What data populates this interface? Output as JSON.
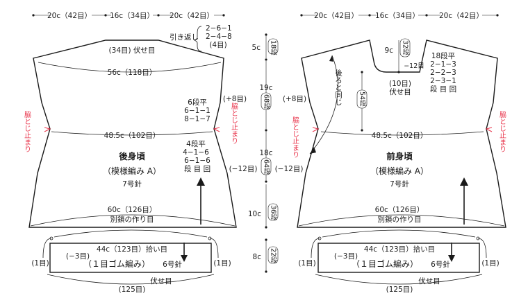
{
  "top_dims": {
    "left": "20c（42目）",
    "center": "16c（34目）",
    "right": "20c（42目）"
  },
  "back": {
    "short_rows_label": "引き返し",
    "short_rows": [
      "2−6−1",
      "2−4−8",
      "(4目)"
    ],
    "bind_off_top": "(34目) 伏せ目",
    "shoulder_width": "56c（118目）",
    "inc_note": "(+8目)",
    "inc_table": [
      "6段平",
      "6−1−1",
      "8−1−7"
    ],
    "waist_width": "48.5c（102目）",
    "dec_table": [
      "4段平",
      "4−1−6",
      "6−1−6",
      "段 目 回"
    ],
    "dec_note": "(−12目)",
    "title": "後身頃",
    "pattern": "（模様編み A）",
    "needle": "7号針",
    "hem_width": "60c（126目）",
    "cast_on": "別鎖の作り目"
  },
  "front": {
    "neck_depth": "9c",
    "neck_rows": "32段",
    "neck_dec": "−12目",
    "neck_table": [
      "18段平",
      "2−1−3",
      "2−2−3",
      "2−3−1",
      "段 目 回"
    ],
    "center_bind": [
      "(10目)",
      "伏せ目"
    ],
    "same_as_back": "後ろと同じ",
    "same_rows": "54段",
    "inc_note": "(+8目)",
    "waist_width": "48.5c（102目）",
    "dec_note": "(−12目)",
    "title": "前身頃",
    "pattern": "（模様編み A）",
    "needle": "7号針",
    "hem_width": "60c（126目）",
    "cast_on": "別鎖の作り目"
  },
  "side_label": "脇とじ止まり",
  "vertical_dims": [
    {
      "cm": "5c",
      "rows": "18段"
    },
    {
      "cm": "19c",
      "rows": "68段"
    },
    {
      "cm": "18c",
      "rows": "64段"
    },
    {
      "cm": "10c",
      "rows": "36段"
    },
    {
      "cm": "8c",
      "rows": "22段"
    }
  ],
  "rib": {
    "pickup": "44c（123目）拾い目",
    "minus": "(−3目)",
    "edge": "(1目)",
    "pattern": "（１目ゴム編み）",
    "needle": "6号針",
    "bind_off": "伏せ目",
    "total": "(125目)"
  }
}
